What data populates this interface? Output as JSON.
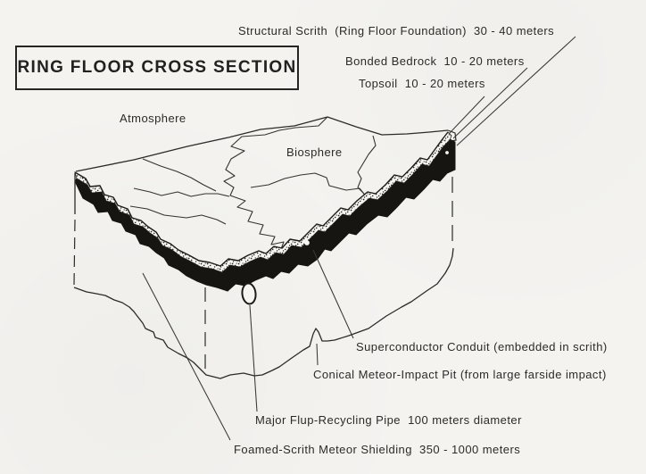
{
  "title": "RING FLOOR CROSS SECTION",
  "labels": {
    "structural": "Structural Scrith  (Ring Floor Foundation)  30 - 40 meters",
    "bedrock": "Bonded Bedrock  10 - 20 meters",
    "topsoil": "Topsoil  10 - 20 meters",
    "atmosphere": "Atmosphere",
    "biosphere": "Biosphere",
    "superconductor": "Superconductor Conduit (embedded in scrith)",
    "impact_pit": "Conical Meteor-Impact Pit (from large farside impact)",
    "flup_pipe": "Major Flup-Recycling Pipe  100 meters diameter",
    "shielding": "Foamed-Scrith Meteor Shielding  350 - 1000 meters"
  },
  "layers": [
    {
      "name": "Topsoil",
      "thickness": "10 - 20 meters"
    },
    {
      "name": "Bonded Bedrock",
      "thickness": "10 - 20 meters"
    },
    {
      "name": "Structural Scrith (Ring Floor Foundation)",
      "thickness": "30 - 40 meters"
    },
    {
      "name": "Foamed-Scrith Meteor Shielding",
      "thickness": "350 - 1000 meters"
    }
  ],
  "features": [
    {
      "name": "Superconductor Conduit",
      "note": "embedded in scrith"
    },
    {
      "name": "Conical Meteor-Impact Pit",
      "note": "from large farside impact"
    },
    {
      "name": "Major Flup-Recycling Pipe",
      "note": "100 meters diameter"
    },
    {
      "name": "Atmosphere"
    },
    {
      "name": "Biosphere"
    }
  ],
  "colors": {
    "paper": "#f4f3f0",
    "ink": "#2c2b29",
    "scrith_band": "#161511"
  }
}
